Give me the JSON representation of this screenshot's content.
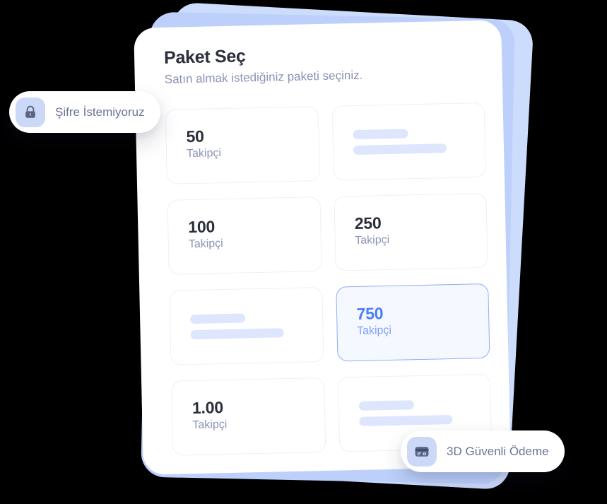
{
  "panel": {
    "title": "Paket Seç",
    "subtitle": "Satın almak istediğiniz paketi seçiniz."
  },
  "packages": [
    {
      "amount": "50",
      "unit": "Takipçi",
      "state": "normal",
      "placeholder": false
    },
    {
      "amount": "",
      "unit": "",
      "state": "loading",
      "placeholder": true
    },
    {
      "amount": "100",
      "unit": "Takipçi",
      "state": "normal",
      "placeholder": false
    },
    {
      "amount": "250",
      "unit": "Takipçi",
      "state": "normal",
      "placeholder": false
    },
    {
      "amount": "",
      "unit": "",
      "state": "loading",
      "placeholder": true
    },
    {
      "amount": "750",
      "unit": "Takipçi",
      "state": "selected",
      "placeholder": false
    },
    {
      "amount": "1.00",
      "unit": "Takipçi",
      "state": "normal",
      "placeholder": false
    },
    {
      "amount": "",
      "unit": "",
      "state": "loading",
      "placeholder": true
    }
  ],
  "badges": {
    "lock": {
      "label": "Şifre İstemiyoruz",
      "icon": "lock-icon"
    },
    "payment": {
      "label": "3D Güvenli Ödeme",
      "icon": "credit-card-icon"
    }
  },
  "colors": {
    "accent": "#4a7df8",
    "accent_border": "#8fadf9",
    "selected_fill": "#f5f8ff",
    "skeleton": "#dde6fc",
    "text_dark": "#2b2f3a",
    "text_muted": "#8c93b4",
    "badge_icon_bg": "#ccd8f7",
    "back_layer_near": "#bdd0fb",
    "back_layer_far": "#ccdcfc",
    "background": "#000000"
  }
}
